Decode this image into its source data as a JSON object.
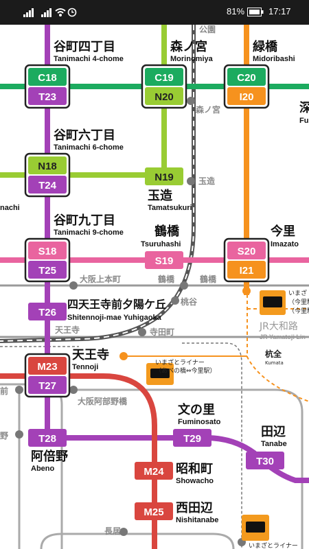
{
  "status_bar": {
    "battery": "81%",
    "time": "17:17"
  },
  "colors": {
    "tanimachi": "#a341b7",
    "chuo": "#1cab5f",
    "nagahori": "#99cc33",
    "imazatosuji": "#f6921e",
    "sennichimae": "#e9649f",
    "midosuji_alt": "#d9463f",
    "jr": "#6d6d6d",
    "jr_loop": "#9a9a9a"
  },
  "stations": {
    "tanimachi4": {
      "ja": "谷町四丁目",
      "en": "Tanimachi 4-chome",
      "codes": [
        "C18",
        "T23"
      ]
    },
    "morinomiya": {
      "ja": "森ノ宮",
      "en": "Morinomiya",
      "codes": [
        "C19",
        "N20"
      ]
    },
    "midoribashi": {
      "ja": "緑橋",
      "en": "Midoribashi",
      "codes": [
        "C20",
        "I20"
      ]
    },
    "fukae": {
      "ja": "深",
      "en": "Fu"
    },
    "tanimachi6": {
      "ja": "谷町六丁目",
      "en": "Tanimachi 6-chome",
      "codes": [
        "N18",
        "T24"
      ]
    },
    "tamatsukuri": {
      "ja": "玉造",
      "en": "Tamatsukuri",
      "codes": [
        "N19"
      ]
    },
    "nachi": {
      "en": "nachi"
    },
    "tanimachi9": {
      "ja": "谷町九丁目",
      "en": "Tanimachi 9-chome",
      "codes": [
        "S18",
        "T25"
      ]
    },
    "tsuruhashi": {
      "ja": "鶴橋",
      "en": "Tsuruhashi",
      "codes": [
        "S19"
      ]
    },
    "imazato": {
      "ja": "今里",
      "en": "Imazato",
      "codes": [
        "S20",
        "I21"
      ]
    },
    "shitennoji": {
      "ja": "四天王寺前夕陽ケ丘",
      "en": "Shitennoji-mae Yuhigaoka",
      "codes": [
        "T26"
      ]
    },
    "tennoji": {
      "ja": "天王寺",
      "en": "Tennoji",
      "codes": [
        "M23",
        "T27"
      ]
    },
    "abeno": {
      "ja": "阿倍野",
      "en": "Abeno",
      "codes": [
        "T28"
      ]
    },
    "fuminosato": {
      "ja": "文の里",
      "en": "Fuminosato",
      "codes": [
        "T29"
      ]
    },
    "tanabe": {
      "ja": "田辺",
      "en": "Tanabe",
      "codes": [
        "T30"
      ]
    },
    "showacho": {
      "ja": "昭和町",
      "en": "Showacho",
      "codes": [
        "M24"
      ]
    },
    "nishitanabe": {
      "ja": "西田辺",
      "en": "Nishitanabe",
      "codes": [
        "M25"
      ]
    }
  },
  "jr_labels": {
    "koen": "公園",
    "morinomiya": "森ノ宮",
    "tamatsukuri": "玉造",
    "osaka_uehommachi": "大阪上本町",
    "tsuruhashi_1": "鶴橋",
    "tsuruhashi_2": "鶴橋",
    "momodani": "桃谷",
    "tennoji": "天王寺",
    "teradacho": "寺田町",
    "yamatoji_ja": "JR大和路",
    "yamatoji_en": "JR Yamatoji Lin",
    "osaka_abenobashi": "大阪阿部野橋",
    "mae": "前",
    "no": "野",
    "nagai": "長居",
    "kumata_ja": "杭全",
    "kumata_en": "Kumata"
  },
  "liner": {
    "name_1": "いまざとライナー",
    "route_1": "（あべの橋⇔今里駅）",
    "name_2": "いまざ",
    "route_2a": "（今里駅",
    "route_2b": "（今里駅",
    "name_3": "いまざとライナー"
  }
}
